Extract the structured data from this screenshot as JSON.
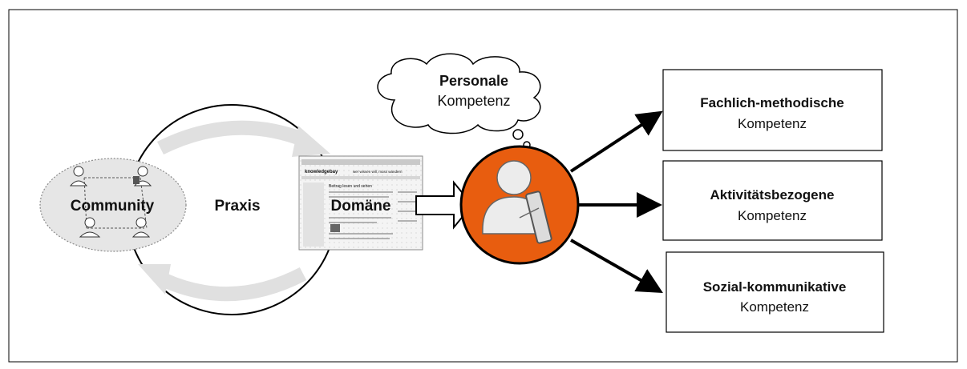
{
  "community": {
    "label": "Community"
  },
  "praxis": {
    "label": "Praxis"
  },
  "domaene": {
    "label": "Domäne",
    "site_logo": "knowledgebay",
    "site_slogan": "wer wissen will, muss wandern",
    "article_heading": "Beitrag lesen und sehen"
  },
  "personale": {
    "line1": "Personale",
    "line2": "Kompetenz"
  },
  "competencies": [
    {
      "line1": "Fachlich-methodische",
      "line2": "Kompetenz"
    },
    {
      "line1": "Aktivitätsbezogene",
      "line2": "Kompetenz"
    },
    {
      "line1": "Sozial-kommunikative",
      "line2": "Kompetenz"
    }
  ],
  "icons": {
    "person": "person-with-tablet-icon",
    "community_members": "laptop-user-icon",
    "cycle": "circular-arrows-icon"
  },
  "colors": {
    "accent_orange": "#e85d0f",
    "cycle_arrows": "#dedede",
    "community_fill": "#e6e6e6",
    "border": "#000000"
  }
}
